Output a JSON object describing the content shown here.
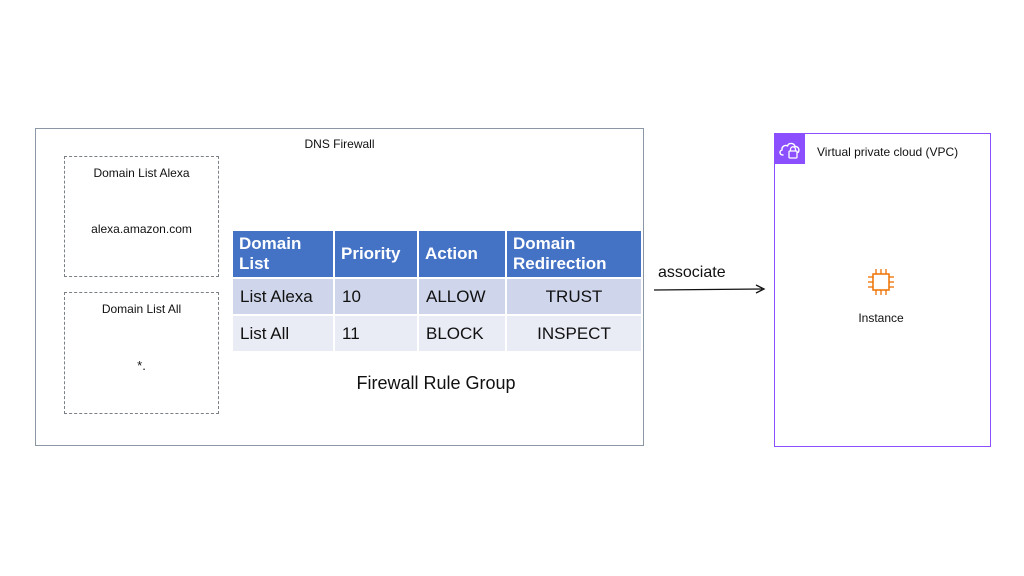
{
  "firewall": {
    "title": "DNS Firewall",
    "domain_lists": [
      {
        "title": "Domain List Alexa",
        "value": "alexa.amazon.com"
      },
      {
        "title": "Domain List All",
        "value": "*."
      }
    ],
    "rule_group": {
      "label": "Firewall Rule Group",
      "headers": [
        "Domain List",
        "Priority",
        "Action",
        "Domain Redirection"
      ],
      "rows": [
        [
          "List Alexa",
          "10",
          "ALLOW",
          "TRUST"
        ],
        [
          "List All",
          "11",
          "BLOCK",
          "INSPECT"
        ]
      ]
    }
  },
  "connector": {
    "label": "associate"
  },
  "vpc": {
    "title": "Virtual private cloud (VPC)",
    "instance_label": "Instance"
  },
  "colors": {
    "table_header": "#4472c4",
    "table_row_odd": "#cfd5ea",
    "table_row_even": "#e9ebf5",
    "vpc_border": "#8c4fff",
    "instance_icon": "#ed7100"
  },
  "icons": {
    "vpc": "vpc-cloud-lock-icon",
    "instance": "ec2-instance-chip-icon"
  }
}
